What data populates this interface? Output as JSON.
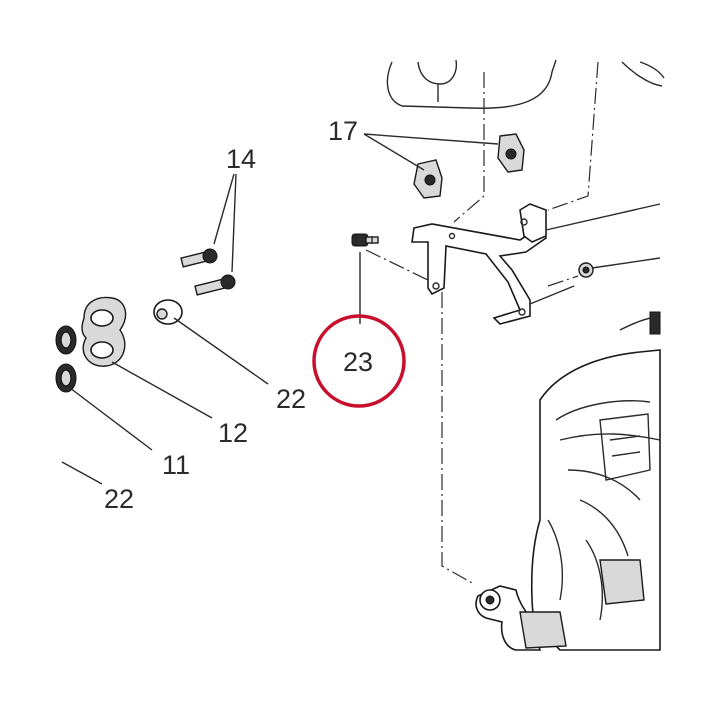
{
  "callouts": {
    "c11": "11",
    "c12": "12",
    "c14": "14",
    "c17": "17",
    "c22a": "22",
    "c22b": "22",
    "c23": "23"
  },
  "highlight": {
    "target": "23",
    "color": "#c8102e"
  },
  "colors": {
    "line": "#2b2b2b",
    "background": "#ffffff"
  }
}
